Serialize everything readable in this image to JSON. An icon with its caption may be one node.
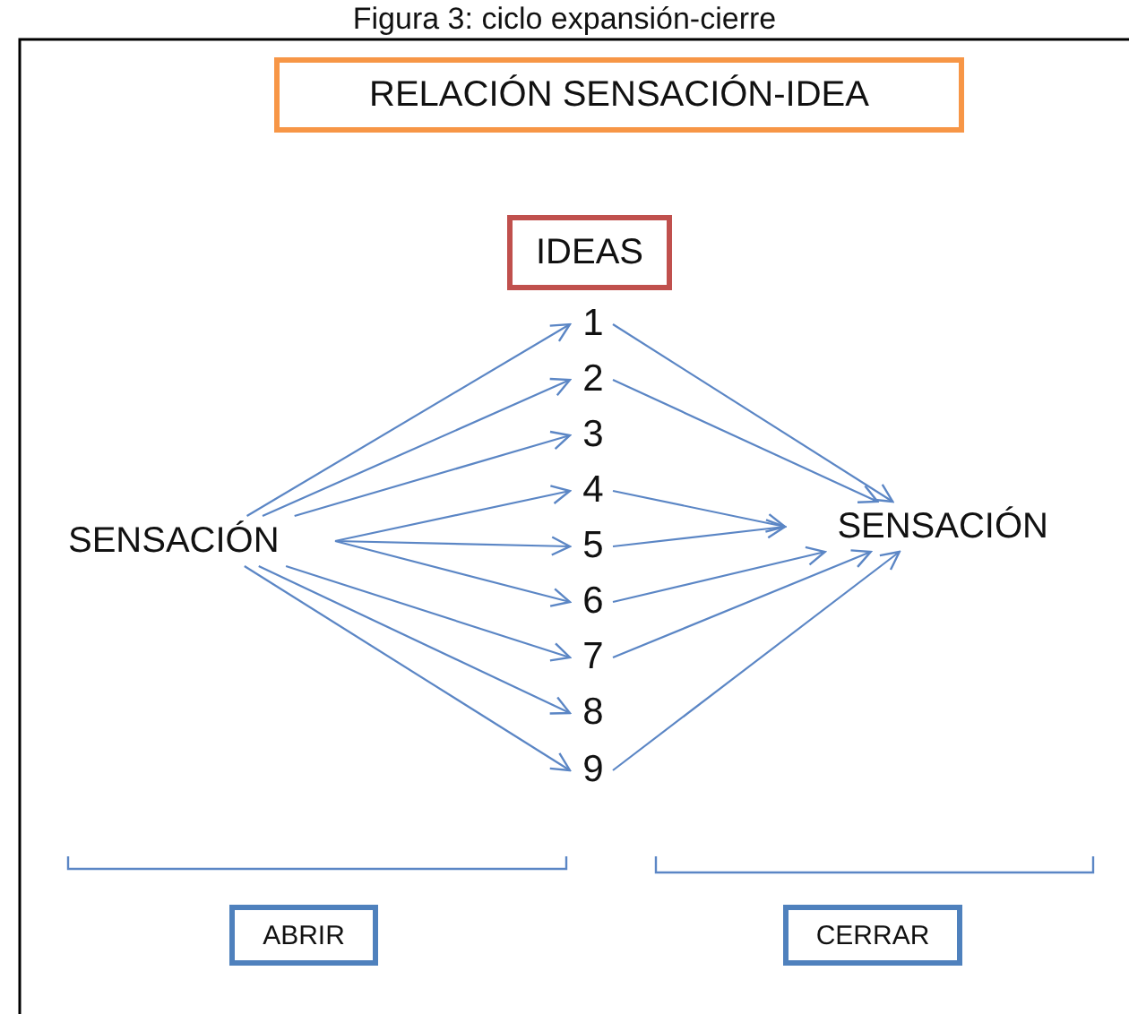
{
  "diagram": {
    "title": "Figura 3: ciclo expansión-cierre",
    "nodes": [
      {
        "text": [
          "RELACIÓN SENSACIÓN-IDEA"
        ]
      },
      {
        "text": [
          "IDEAS"
        ]
      },
      {
        "text": [
          "SENSACIÓN"
        ]
      },
      {
        "text": [
          "1"
        ]
      },
      {
        "text": [
          "2"
        ]
      },
      {
        "text": [
          "3"
        ]
      },
      {
        "text": [
          "4"
        ]
      },
      {
        "text": [
          "5"
        ]
      },
      {
        "text": [
          "6"
        ]
      },
      {
        "text": [
          "7"
        ]
      },
      {
        "text": [
          "8"
        ]
      },
      {
        "text": [
          "9"
        ]
      },
      {
        "text": [
          "SENSACIÓN"
        ]
      },
      {
        "text": [
          "ABRIR"
        ]
      },
      {
        "text": [
          "CERRAR"
        ]
      }
    ],
    "edges": [
      {
        "from": 2,
        "to": 3,
        "arrow": "to"
      },
      {
        "from": 2,
        "to": 4,
        "arrow": "to"
      },
      {
        "from": 2,
        "to": 5,
        "arrow": "to"
      },
      {
        "from": 2,
        "to": 6,
        "arrow": "to"
      },
      {
        "from": 2,
        "to": 7,
        "arrow": "to"
      },
      {
        "from": 2,
        "to": 8,
        "arrow": "to"
      },
      {
        "from": 2,
        "to": 9,
        "arrow": "to"
      },
      {
        "from": 2,
        "to": 10,
        "arrow": "to"
      },
      {
        "from": 2,
        "to": 11,
        "arrow": "to"
      },
      {
        "from": 3,
        "to": 12,
        "arrow": "to"
      },
      {
        "from": 4,
        "to": 12,
        "arrow": "to"
      },
      {
        "from": 6,
        "to": 12,
        "arrow": "to"
      },
      {
        "from": 7,
        "to": 12,
        "arrow": "to"
      },
      {
        "from": 8,
        "to": 12,
        "arrow": "to"
      },
      {
        "from": 9,
        "to": 12,
        "arrow": "to"
      },
      {
        "from": 11,
        "to": 12,
        "arrow": "to"
      }
    ]
  }
}
